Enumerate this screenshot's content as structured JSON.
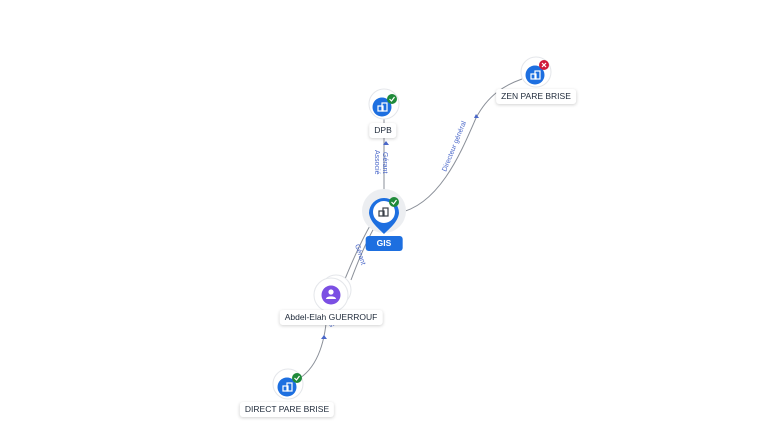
{
  "nodes": {
    "gis": {
      "label": "GIS",
      "status": "active",
      "icon": "building-icon"
    },
    "dpb": {
      "label": "DPB",
      "status": "active",
      "icon": "building-icon"
    },
    "zen": {
      "label": "ZEN PARE BRISE",
      "status": "closed",
      "icon": "building-icon"
    },
    "person": {
      "label": "Abdel-Elah GUERROUF",
      "icon": "person-icon"
    },
    "direct": {
      "label": "DIRECT PARE BRISE",
      "status": "active",
      "icon": "building-icon"
    }
  },
  "edges": {
    "gis_dpb": {
      "label_line1": "Gérant",
      "label_line2": "Associé"
    },
    "gis_zen": {
      "label": "Directeur général"
    },
    "person_gis": {
      "label": "Gérant"
    },
    "person_direct": {
      "label": "G"
    }
  },
  "colors": {
    "company": "#1d6fe0",
    "person": "#7b4fe3",
    "status_ok": "#1f8a3a",
    "status_closed": "#d0183a",
    "edge": "#8a8f98",
    "edge_label": "#4a67c9"
  }
}
